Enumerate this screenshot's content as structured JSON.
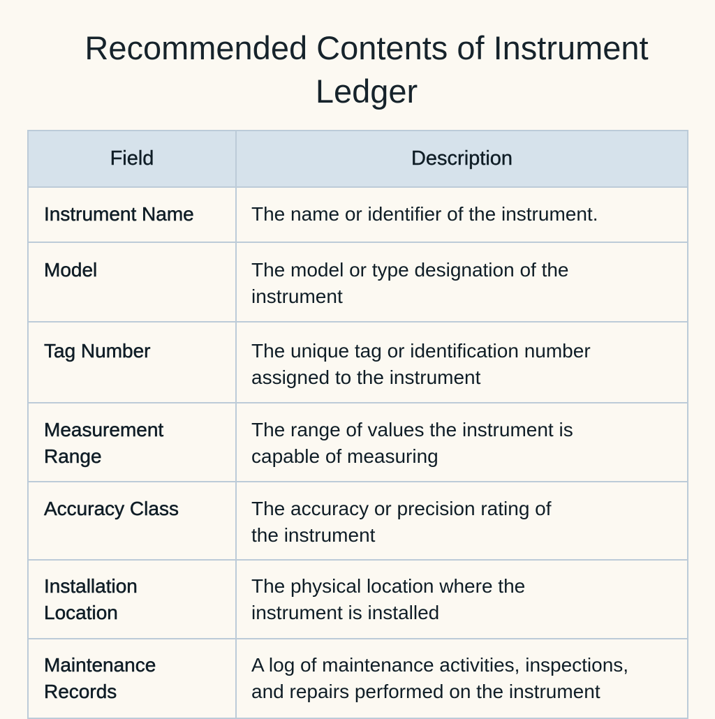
{
  "title": "Recommended Contents of Instrument\nLedger",
  "table": {
    "headers": [
      "Field",
      "Description"
    ],
    "rows": [
      {
        "field": "Instrument Name",
        "description": "The name or identifier of the instrument."
      },
      {
        "field": "Model",
        "description": "The model or type designation of the\ninstrument"
      },
      {
        "field": "Tag Number",
        "description": "The unique tag or identification number\nassigned to the instrument"
      },
      {
        "field": "Measurement\nRange",
        "description": "The range of values the instrument is\ncapable of measuring"
      },
      {
        "field": "Accuracy Class",
        "description": "The accuracy or precision rating of\nthe instrument"
      },
      {
        "field": "Installation\nLocation",
        "description": "The physical location where the\ninstrument is installed"
      },
      {
        "field": "Maintenance\nRecords",
        "description": "A log of maintenance activities, inspections,\nand repairs performed on the instrument"
      }
    ]
  }
}
